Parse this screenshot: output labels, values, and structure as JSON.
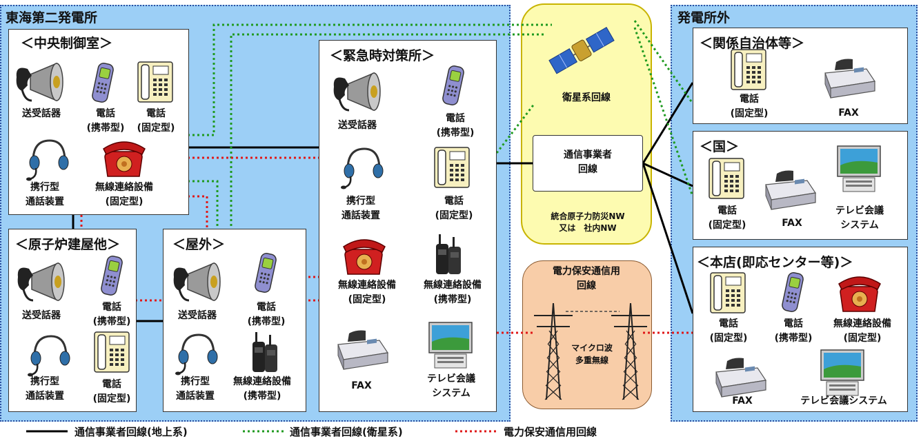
{
  "site_region": {
    "title": "東海第二発電所"
  },
  "offsite_region": {
    "title": "発電所外"
  },
  "boxes": {
    "central_control": {
      "title": "＜中央制御室＞",
      "items": {
        "speaker": [
          "送受話器"
        ],
        "mobile": [
          "電話",
          "(携帯型)"
        ],
        "fixed": [
          "電話",
          "(固定型)"
        ],
        "headset": [
          "携行型",
          "通話装置"
        ],
        "radio_fixed": [
          "無線連絡設備",
          "(固定型)"
        ]
      }
    },
    "reactor": {
      "title": "＜原子炉建屋他＞",
      "items": {
        "speaker": [
          "送受話器"
        ],
        "mobile": [
          "電話",
          "(携帯型)"
        ],
        "headset": [
          "携行型",
          "通話装置"
        ],
        "fixed": [
          "電話",
          "(固定型)"
        ]
      }
    },
    "outdoor": {
      "title": "＜屋外＞",
      "items": {
        "speaker": [
          "送受話器"
        ],
        "mobile": [
          "電話",
          "(携帯型)"
        ],
        "headset": [
          "携行型",
          "通話装置"
        ],
        "radio_portable": [
          "無線連絡設備",
          "(携帯型)"
        ]
      }
    },
    "emergency": {
      "title": "＜緊急時対策所＞",
      "items": {
        "speaker": [
          "送受話器"
        ],
        "mobile": [
          "電話",
          "(携帯型)"
        ],
        "headset": [
          "携行型",
          "通話装置"
        ],
        "fixed": [
          "電話",
          "(固定型)"
        ],
        "radio_fixed": [
          "無線連絡設備",
          "(固定型)"
        ],
        "radio_portable": [
          "無線連絡設備",
          "(携帯型)"
        ],
        "fax": [
          "FAX"
        ],
        "tv": [
          "テレビ会議",
          "システム"
        ]
      }
    },
    "municipal": {
      "title": "＜関係自治体等＞",
      "items": {
        "fixed": [
          "電話",
          "(固定型)"
        ],
        "fax": [
          "FAX"
        ]
      }
    },
    "national": {
      "title": "＜国＞",
      "items": {
        "fixed": [
          "電話",
          "(固定型)"
        ],
        "fax": [
          "FAX"
        ],
        "tv": [
          "テレビ会議",
          "システム"
        ]
      }
    },
    "head_office": {
      "title": "＜本店(即応センター等)＞",
      "items": {
        "fixed": [
          "電話",
          "(固定型)"
        ],
        "mobile": [
          "電話",
          "(携帯型)"
        ],
        "radio_fixed": [
          "無線連絡設備",
          "(固定型)"
        ],
        "fax": [
          "FAX"
        ],
        "tv": [
          "テレビ会議システム"
        ]
      }
    }
  },
  "network": {
    "satellite_label": "衛星系回線",
    "carrier_label": [
      "通信事業者",
      "回線"
    ],
    "nw_label": [
      "統合原子力防災NW",
      "又は　社内NW"
    ]
  },
  "power_comm": {
    "title": [
      "電力保安通信用",
      "回線"
    ],
    "microwave_label": [
      "マイクロ波",
      "多重無線"
    ]
  },
  "legend": [
    {
      "label": "通信事業者回線(地上系)",
      "style": "solid",
      "color": "#000000"
    },
    {
      "label": "通信事業者回線(衛星系)",
      "style": "dotted",
      "color": "#1f9a1f"
    },
    {
      "label": "電力保安通信用回線",
      "style": "dotted",
      "color": "#e01818"
    }
  ],
  "colors": {
    "region_fill": "#9ccff6",
    "satellite_area": "#fdfbb0",
    "power_area": "#f8cda8",
    "ground_line": "#000000",
    "satellite_line": "#1f9a1f",
    "power_line": "#e01818"
  }
}
